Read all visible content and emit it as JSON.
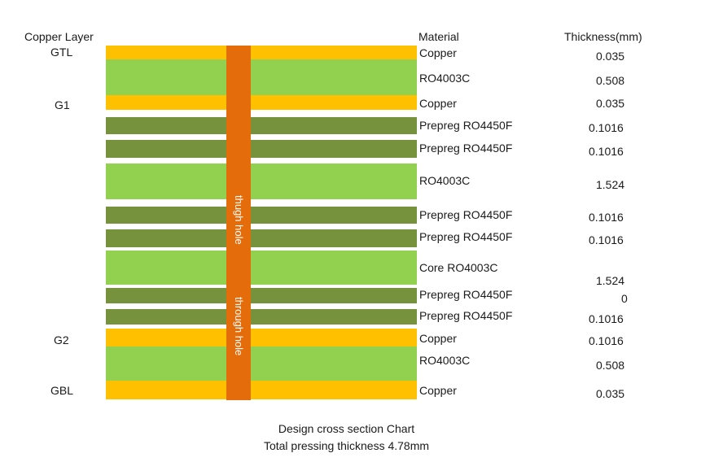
{
  "headers": {
    "copper_layer": "Copper Layer",
    "material": "Material",
    "thickness": "Thickness(mm)"
  },
  "copper_labels": [
    "GTL",
    "G1",
    "G2",
    "GBL"
  ],
  "layers": [
    {
      "material": "Copper",
      "thickness": "0.035",
      "color": "#ffc000"
    },
    {
      "material": "RO4003C",
      "thickness": "0.508",
      "color": "#92d050"
    },
    {
      "material": "Copper",
      "thickness": "0.035",
      "color": "#ffc000"
    },
    {
      "material": "Prepreg RO4450F",
      "thickness": "0.1016",
      "color": "#76923c"
    },
    {
      "material": "Prepreg RO4450F",
      "thickness": "0.1016",
      "color": "#76923c"
    },
    {
      "material": "RO4003C",
      "thickness": "1.524",
      "color": "#92d050"
    },
    {
      "material": "Prepreg RO4450F",
      "thickness": "0.1016",
      "color": "#76923c"
    },
    {
      "material": "Prepreg RO4450F",
      "thickness": "0.1016",
      "color": "#76923c"
    },
    {
      "material": "Core RO4003C",
      "thickness": "1.524",
      "color": "#92d050"
    },
    {
      "material": "Prepreg RO4450F",
      "thickness": "0",
      "color": "#76923c"
    },
    {
      "material": "Prepreg RO4450F",
      "thickness": "0.1016",
      "color": "#76923c"
    },
    {
      "material": "Copper",
      "thickness": "0.1016",
      "color": "#ffc000"
    },
    {
      "material": "RO4003C",
      "thickness": "0.508",
      "color": "#92d050"
    },
    {
      "material": "Copper",
      "thickness": "0.035",
      "color": "#ffc000"
    }
  ],
  "via": {
    "label_top": "thugh hole",
    "label_bottom": "through hole",
    "color": "#e46c0a"
  },
  "caption": {
    "line1": "Design cross section Chart",
    "line2": "Total pressing thickness 4.78mm"
  }
}
